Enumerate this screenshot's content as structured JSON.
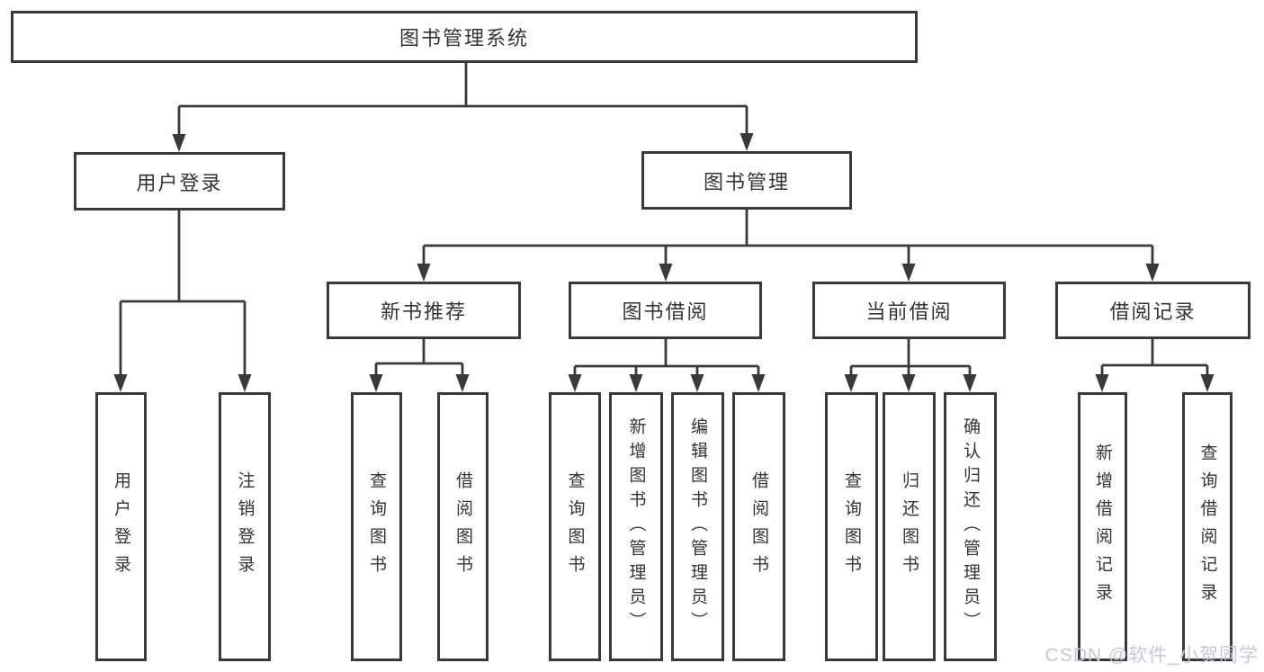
{
  "diagram": {
    "root": {
      "label": "图书管理系统"
    },
    "user_login": {
      "label": "用户登录",
      "children": [
        {
          "label": "用户登录"
        },
        {
          "label": "注销登录"
        }
      ]
    },
    "book_management": {
      "label": "图书管理",
      "modules": [
        {
          "label": "新书推荐",
          "children": [
            {
              "label": "查询图书"
            },
            {
              "label": "借阅图书"
            }
          ]
        },
        {
          "label": "图书借阅",
          "children": [
            {
              "label": "查询图书"
            },
            {
              "label": "新增图书（管理员）"
            },
            {
              "label": "编辑图书（管理员）"
            },
            {
              "label": "借阅图书"
            }
          ]
        },
        {
          "label": "当前借阅",
          "children": [
            {
              "label": "查询图书"
            },
            {
              "label": "归还图书"
            },
            {
              "label": "确认归还（管理员）"
            }
          ]
        },
        {
          "label": "借阅记录",
          "children": [
            {
              "label": "新增借阅记录"
            },
            {
              "label": "查询借阅记录"
            }
          ]
        }
      ]
    }
  },
  "watermark": {
    "text": "CSDN @软件_小贺同学"
  },
  "colors": {
    "line": "#3a3a3a",
    "box_border": "#3a3a3a",
    "box_fill": "#ffffff",
    "text": "#333333",
    "watermark": "#c6c7d2",
    "background": "#ffffff"
  }
}
